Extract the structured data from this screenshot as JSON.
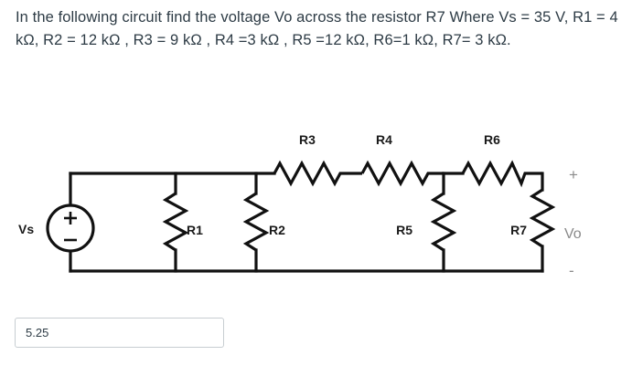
{
  "question": {
    "text": "In the following circuit find the voltage Vo across the resistor R7 Where Vs = 35 V,  R1 = 4 kΩ, R2 = 12 kΩ , R3 = 9 kΩ , R4 =3 kΩ , R5 =12 kΩ, R6=1 kΩ, R7= 3 kΩ."
  },
  "circuit": {
    "source_label": "Vs",
    "output_label": "Vo",
    "plus_sign": "+",
    "minus_sign": "-",
    "source_plus": "+",
    "source_minus": "–",
    "resistors": [
      {
        "id": "R1",
        "label": "R1"
      },
      {
        "id": "R2",
        "label": "R2"
      },
      {
        "id": "R3",
        "label": "R3"
      },
      {
        "id": "R4",
        "label": "R4"
      },
      {
        "id": "R5",
        "label": "R5"
      },
      {
        "id": "R6",
        "label": "R6"
      },
      {
        "id": "R7",
        "label": "R7"
      }
    ]
  },
  "answer": {
    "value": "5.25",
    "placeholder": ""
  },
  "colors": {
    "text": "#2d3b45",
    "wire": "#111111",
    "terminal_gray": "#8a8a8a",
    "input_border": "#c7cdd1",
    "background": "#ffffff"
  }
}
